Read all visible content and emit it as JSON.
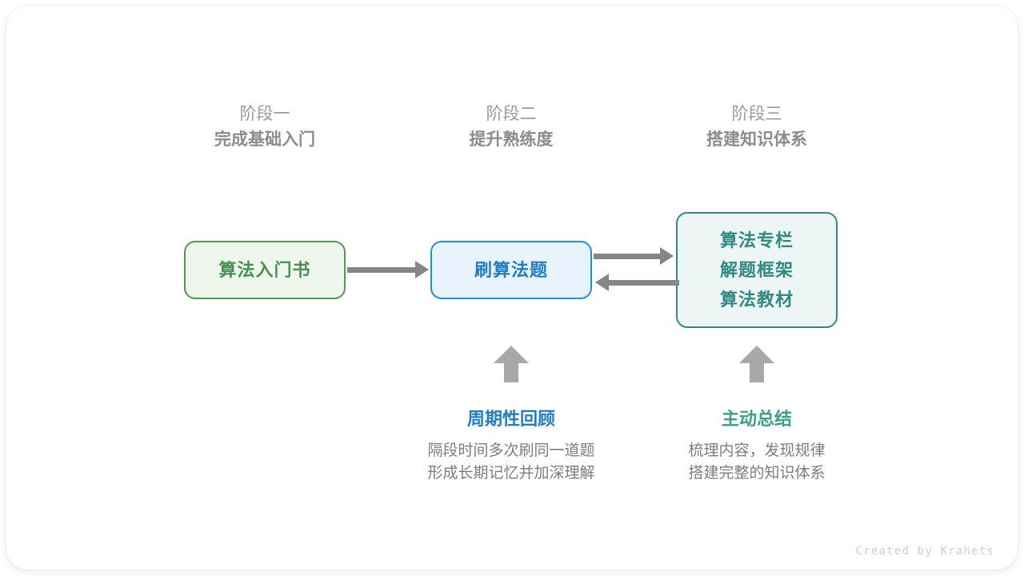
{
  "stages": [
    {
      "sub": "阶段一",
      "title": "完成基础入门"
    },
    {
      "sub": "阶段二",
      "title": "提升熟练度"
    },
    {
      "sub": "阶段三",
      "title": "搭建知识体系"
    }
  ],
  "nodes": {
    "book": {
      "label": "算法入门书",
      "border_color": "#4e9a51",
      "fill_color": "#eef6ee",
      "text_color": "#479050"
    },
    "practice": {
      "label": "刷算法题",
      "border_color": "#1f8fe0",
      "fill_color": "#e8f3fd",
      "text_color": "#1f7ec4"
    },
    "resources": {
      "lines": [
        "算法专栏",
        "解题框架",
        "算法教材"
      ],
      "border_color": "#2e8b84",
      "fill_color": "#eef6f5",
      "text_color": "#2f8b82"
    }
  },
  "connectors": {
    "color": "#868686",
    "book_to_practice": "→",
    "practice_to_resources": "→",
    "resources_to_practice": "←"
  },
  "notes": [
    {
      "title": "周期性回顾",
      "title_color": "#1f7ec4",
      "body_line_1": "隔段时间多次刷同一道题",
      "body_line_2": "形成长期记忆并加深理解"
    },
    {
      "title": "主动总结",
      "title_color": "#3aa08e",
      "body_line_1": "梳理内容，发现规律",
      "body_line_2": "搭建完整的知识体系"
    }
  ],
  "footer": {
    "credit": "Created by Krahets"
  }
}
